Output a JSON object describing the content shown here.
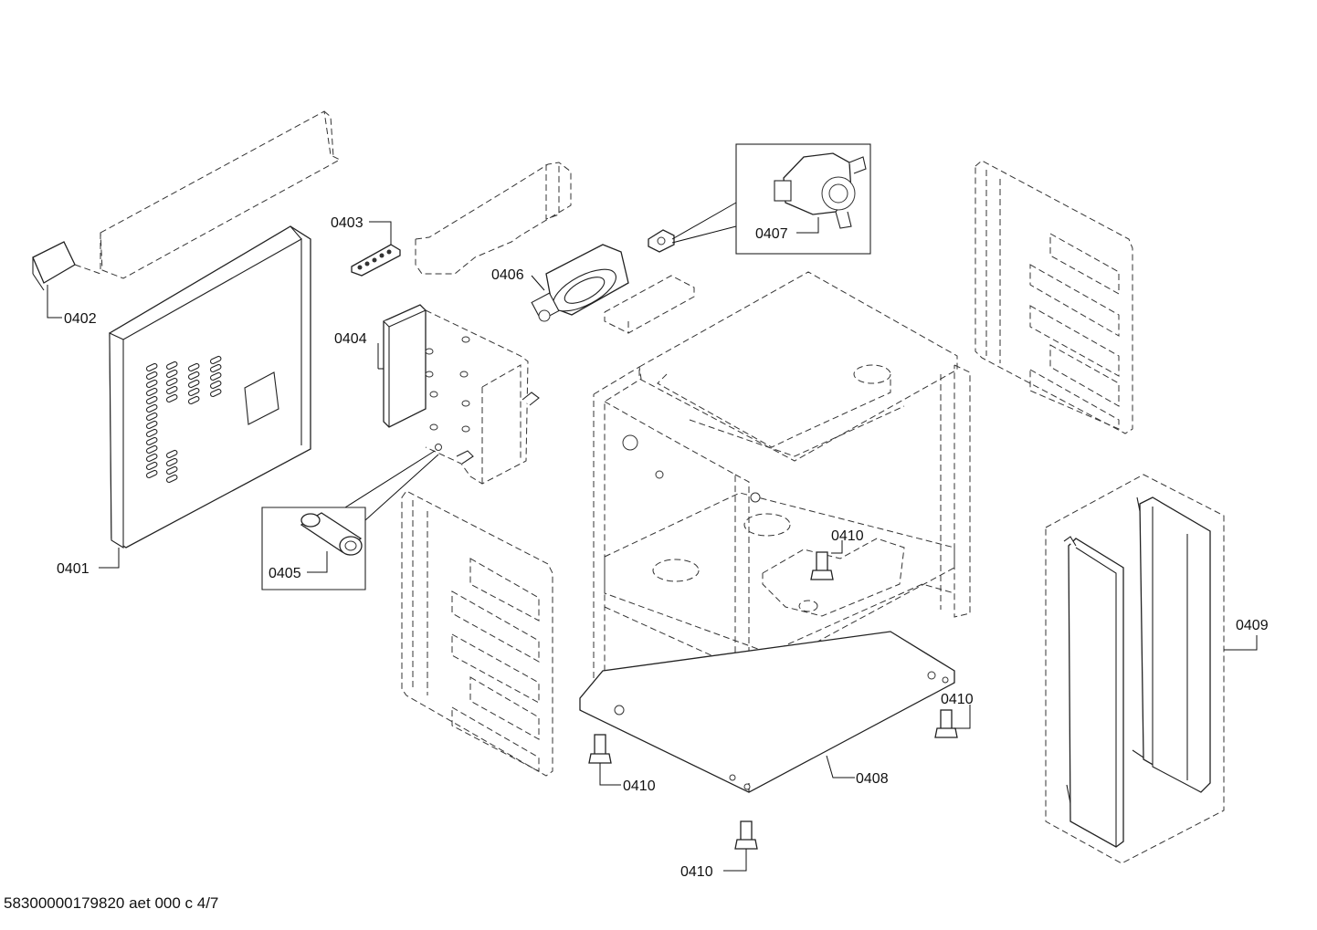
{
  "labels": {
    "p0401": "0401",
    "p0402": "0402",
    "p0403": "0403",
    "p0404": "0404",
    "p0405": "0405",
    "p0406": "0406",
    "p0407": "0407",
    "p0408": "0408",
    "p0409": "0409",
    "p0410a": "0410",
    "p0410b": "0410",
    "p0410c": "0410",
    "p0410d": "0410"
  },
  "footer": {
    "document_code": "58300000179820 aet 000 c 4/7"
  }
}
